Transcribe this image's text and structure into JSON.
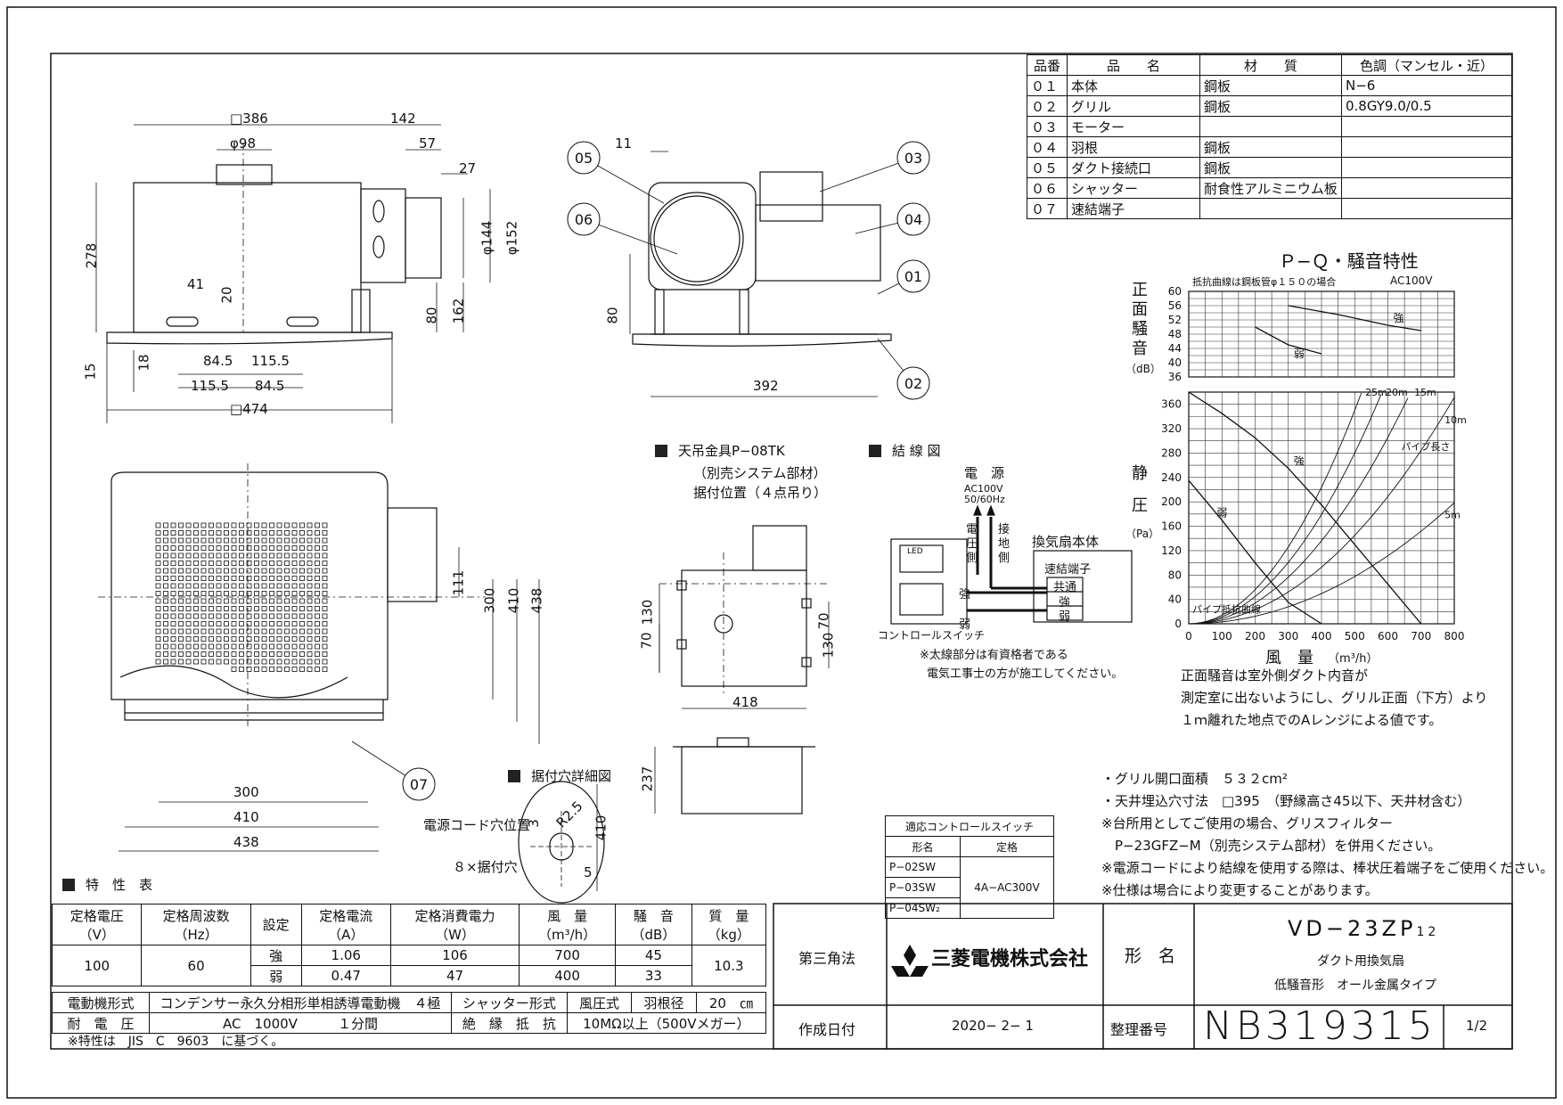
{
  "parts_table": {
    "headers": [
      "品番",
      "品　　名",
      "材　　質",
      "色調（マンセル・近）"
    ],
    "rows": [
      [
        "０１",
        "本体",
        "鋼板",
        "N−6"
      ],
      [
        "０２",
        "グリル",
        "鋼板",
        "0.8GY9.0/0.5"
      ],
      [
        "０３",
        "モーター",
        "",
        ""
      ],
      [
        "０４",
        "羽根",
        "鋼板",
        ""
      ],
      [
        "０５",
        "ダクト接続口",
        "鋼板",
        ""
      ],
      [
        "０６",
        "シャッター",
        "耐食性アルミニウム板",
        ""
      ],
      [
        "０７",
        "速結端子",
        "",
        ""
      ]
    ]
  },
  "dims_top_left": {
    "sq386": "□386",
    "d142": "142",
    "phi98": "φ98",
    "d57": "57",
    "d27": "27",
    "d278": "278",
    "phi144": "φ144",
    "phi152": "φ152",
    "d41": "41",
    "d20": "20",
    "d80": "80",
    "d162": "162",
    "d18": "18",
    "d15": "15",
    "d84a": "84.5",
    "d115a": "115.5",
    "d115b": "115.5",
    "d84b": "84.5",
    "sq474": "□474"
  },
  "dims_top_mid": {
    "d11": "11",
    "d80": "80",
    "d392": "392"
  },
  "callouts": [
    "05",
    "06",
    "03",
    "04",
    "01",
    "02",
    "07"
  ],
  "dims_bottom_left": {
    "d111": "111",
    "d300v": "300",
    "d410v": "410",
    "d438v": "438",
    "d300": "300",
    "d410": "410",
    "d438": "438"
  },
  "hanger": {
    "title": "天吊金具P−08TK",
    "sub1": "（別売システム部材）",
    "sub2": "据付位置（４点吊り）",
    "d130": "130",
    "d70": "70",
    "d130b": "130",
    "d70b": "70",
    "d418": "418",
    "d237": "237"
  },
  "detail": {
    "title": "据付穴詳細図",
    "r": "R2.5",
    "d410": "410",
    "d3": "3",
    "d5": "5",
    "cord": "電源コード穴位置",
    "holes": "８×据付穴"
  },
  "wiring": {
    "title": "結 線 図",
    "power": "電　源",
    "ac1": "AC100V",
    "ac2": "50/60Hz",
    "v1": "電",
    "v2": "圧",
    "v3": "側",
    "g1": "接",
    "g2": "地",
    "g3": "側",
    "unit": "換気扇本体",
    "term": "速結端子",
    "common": "共通",
    "strong": "強",
    "weak": "弱",
    "sw_strong": "強",
    "sw_weak": "弱",
    "led": "LED",
    "switch": "コントロールスイッチ",
    "note1": "※太線部分は有資格者である",
    "note2": "電気工事士の方が施工してください。"
  },
  "switch_table": {
    "title": "適応コントロールスイッチ",
    "h1": "形名",
    "h2": "定格",
    "models": [
      "P−02SW",
      "P−03SW",
      "P−04SW₂"
    ],
    "rating": "4A−AC300V"
  },
  "chart_data": {
    "type": "line",
    "title": "Ｐ−Ｑ・騒音特性",
    "subtitle": "抵抗曲線は鋼板管φ１５０の場合",
    "supply": "AC100V",
    "noise": {
      "ylabel": [
        "正",
        "面",
        "騒",
        "音"
      ],
      "yunit": "（dB）",
      "yticks": [
        60,
        56,
        52,
        48,
        44,
        40,
        36
      ],
      "ylim": [
        36,
        60
      ],
      "series": [
        {
          "name": "強",
          "x": [
            300,
            450,
            600,
            700
          ],
          "y": [
            56,
            53.5,
            50.5,
            49
          ]
        },
        {
          "name": "弱",
          "x": [
            200,
            300,
            400
          ],
          "y": [
            50,
            45,
            42.5
          ]
        }
      ]
    },
    "pressure": {
      "ylabel": [
        "静",
        "圧"
      ],
      "yunit": "（Pa）",
      "yticks": [
        0,
        40,
        80,
        120,
        160,
        200,
        240,
        280,
        320,
        360
      ],
      "ylim": [
        0,
        380
      ],
      "series": [
        {
          "name": "強",
          "x": [
            0,
            100,
            200,
            300,
            400,
            500,
            600,
            700
          ],
          "y": [
            380,
            345,
            305,
            255,
            195,
            130,
            65,
            0
          ]
        },
        {
          "name": "弱",
          "x": [
            0,
            100,
            200,
            300,
            400
          ],
          "y": [
            235,
            170,
            100,
            35,
            0
          ]
        }
      ],
      "resistance_label": "パイプ抵抗曲線",
      "pipe_label": "パイプ長さ",
      "pipes": [
        {
          "name": "5m",
          "k": 0.00031
        },
        {
          "name": "10m",
          "k": 0.00058
        },
        {
          "name": "15m",
          "k": 0.00085
        },
        {
          "name": "20m",
          "k": 0.00112
        },
        {
          "name": "25m",
          "k": 0.0014
        }
      ]
    },
    "x": {
      "label": "風　量",
      "unit": "（m³/h）",
      "ticks": [
        0,
        100,
        200,
        300,
        400,
        500,
        600,
        700,
        800
      ],
      "xlim": [
        0,
        800
      ]
    },
    "note": [
      "正面騒音は室外側ダクト内音が",
      "測定室に出ないようにし、グリル正面（下方）より",
      "１ｍ離れた地点でのAレンジによる値です。"
    ]
  },
  "notes": [
    "・グリル開口面積　５３２cm²",
    "・天井埋込穴寸法　□395　（野縁高さ45以下、天井材含む）",
    "※台所用としてご使用の場合、グリスフィルター",
    "　P−23GFZ−M（別売システム部材）を併用ください。",
    "※電源コードにより結線を使用する際は、棒状圧着端子をご使用ください。",
    "※仕様は場合により変更することがあります。"
  ],
  "spec": {
    "title": "特　性　表",
    "headers": [
      [
        "定格電圧",
        "（V）"
      ],
      [
        "定格周波数",
        "（Hz）"
      ],
      [
        "設定"
      ],
      [
        "定格電流",
        "（A）"
      ],
      [
        "定格消費電力",
        "（W）"
      ],
      [
        "風　量",
        "（m³/h）"
      ],
      [
        "騒　音",
        "（dB）"
      ],
      [
        "質　量",
        "（kg）"
      ]
    ],
    "voltage": "100",
    "freq": "60",
    "mass": "10.3",
    "rows": [
      [
        "強",
        "1.06",
        "106",
        "700",
        "45"
      ],
      [
        "弱",
        "0.47",
        "47",
        "400",
        "33"
      ]
    ],
    "motor_label": "電動機形式",
    "motor": "コンデンサー永久分相形単相誘導電動機　４極",
    "shutter_label": "シャッター形式",
    "shutter": "風圧式",
    "blade_label": "羽根径",
    "blade": "20　㎝",
    "withstand_label": "耐　電　圧",
    "withstand": "AC　1000V　　　１分間",
    "insulation_label": "絶　縁　抵　抗",
    "insulation": "10MΩ以上（500Vメガー）",
    "footnote": "※特性は　JIS　C　9603　に基づく。"
  },
  "title_block": {
    "projection": "第三角法",
    "company": "三菱電機株式会社",
    "model_label": "形　名",
    "model": "VD−23ZP",
    "model_sub": "12",
    "desc1": "ダクト用換気扇",
    "desc2": "低騒音形　オール金属タイプ",
    "date_label": "作成日付",
    "date": "2020− 2− 1",
    "number_label": "整理番号",
    "number": "NB319315",
    "page": "1/2"
  },
  "colors": {
    "line": "#111111",
    "chart_grid": "#333333"
  }
}
